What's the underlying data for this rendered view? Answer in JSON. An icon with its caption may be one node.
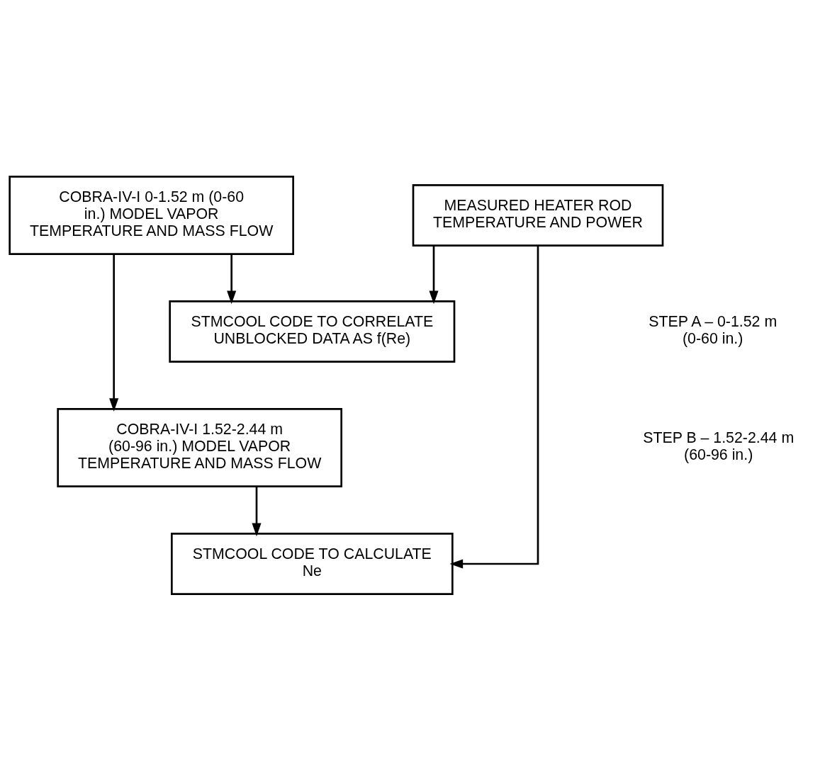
{
  "diagram": {
    "nodes": [
      {
        "text": [
          "COBRA-IV-I 0-1.52 m (0-60 in.) MODEL VAPOR TEMPERATURE AND MASS FLOW"
        ]
      },
      {
        "text": [
          "MEASURED HEATER ROD TEMPERATURE AND POWER"
        ]
      },
      {
        "text": [
          "STMCOOL CODE TO CORRELATE UNBLOCKED DATA AS f(Re)"
        ]
      },
      {
        "text": [
          "COBRA-IV-I 1.52-2.44 m (60-96 in.) MODEL VAPOR TEMPERATURE AND MASS FLOW"
        ]
      },
      {
        "text": [
          "STMCOOL CODE TO CALCULATE Ne"
        ]
      }
    ],
    "edges": [
      {
        "from": 0,
        "to": 2,
        "arrow": "to"
      },
      {
        "from": 0,
        "to": 3,
        "arrow": "to"
      },
      {
        "from": 1,
        "to": 2,
        "arrow": "to"
      },
      {
        "from": 1,
        "to": 4,
        "arrow": "to"
      },
      {
        "from": 3,
        "to": 4,
        "arrow": "to"
      }
    ],
    "labels": [
      "STEP A – 0-1.52 m (0-60 in.)",
      "STEP B – 1.52-2.44 m (60-96 in.)"
    ]
  }
}
